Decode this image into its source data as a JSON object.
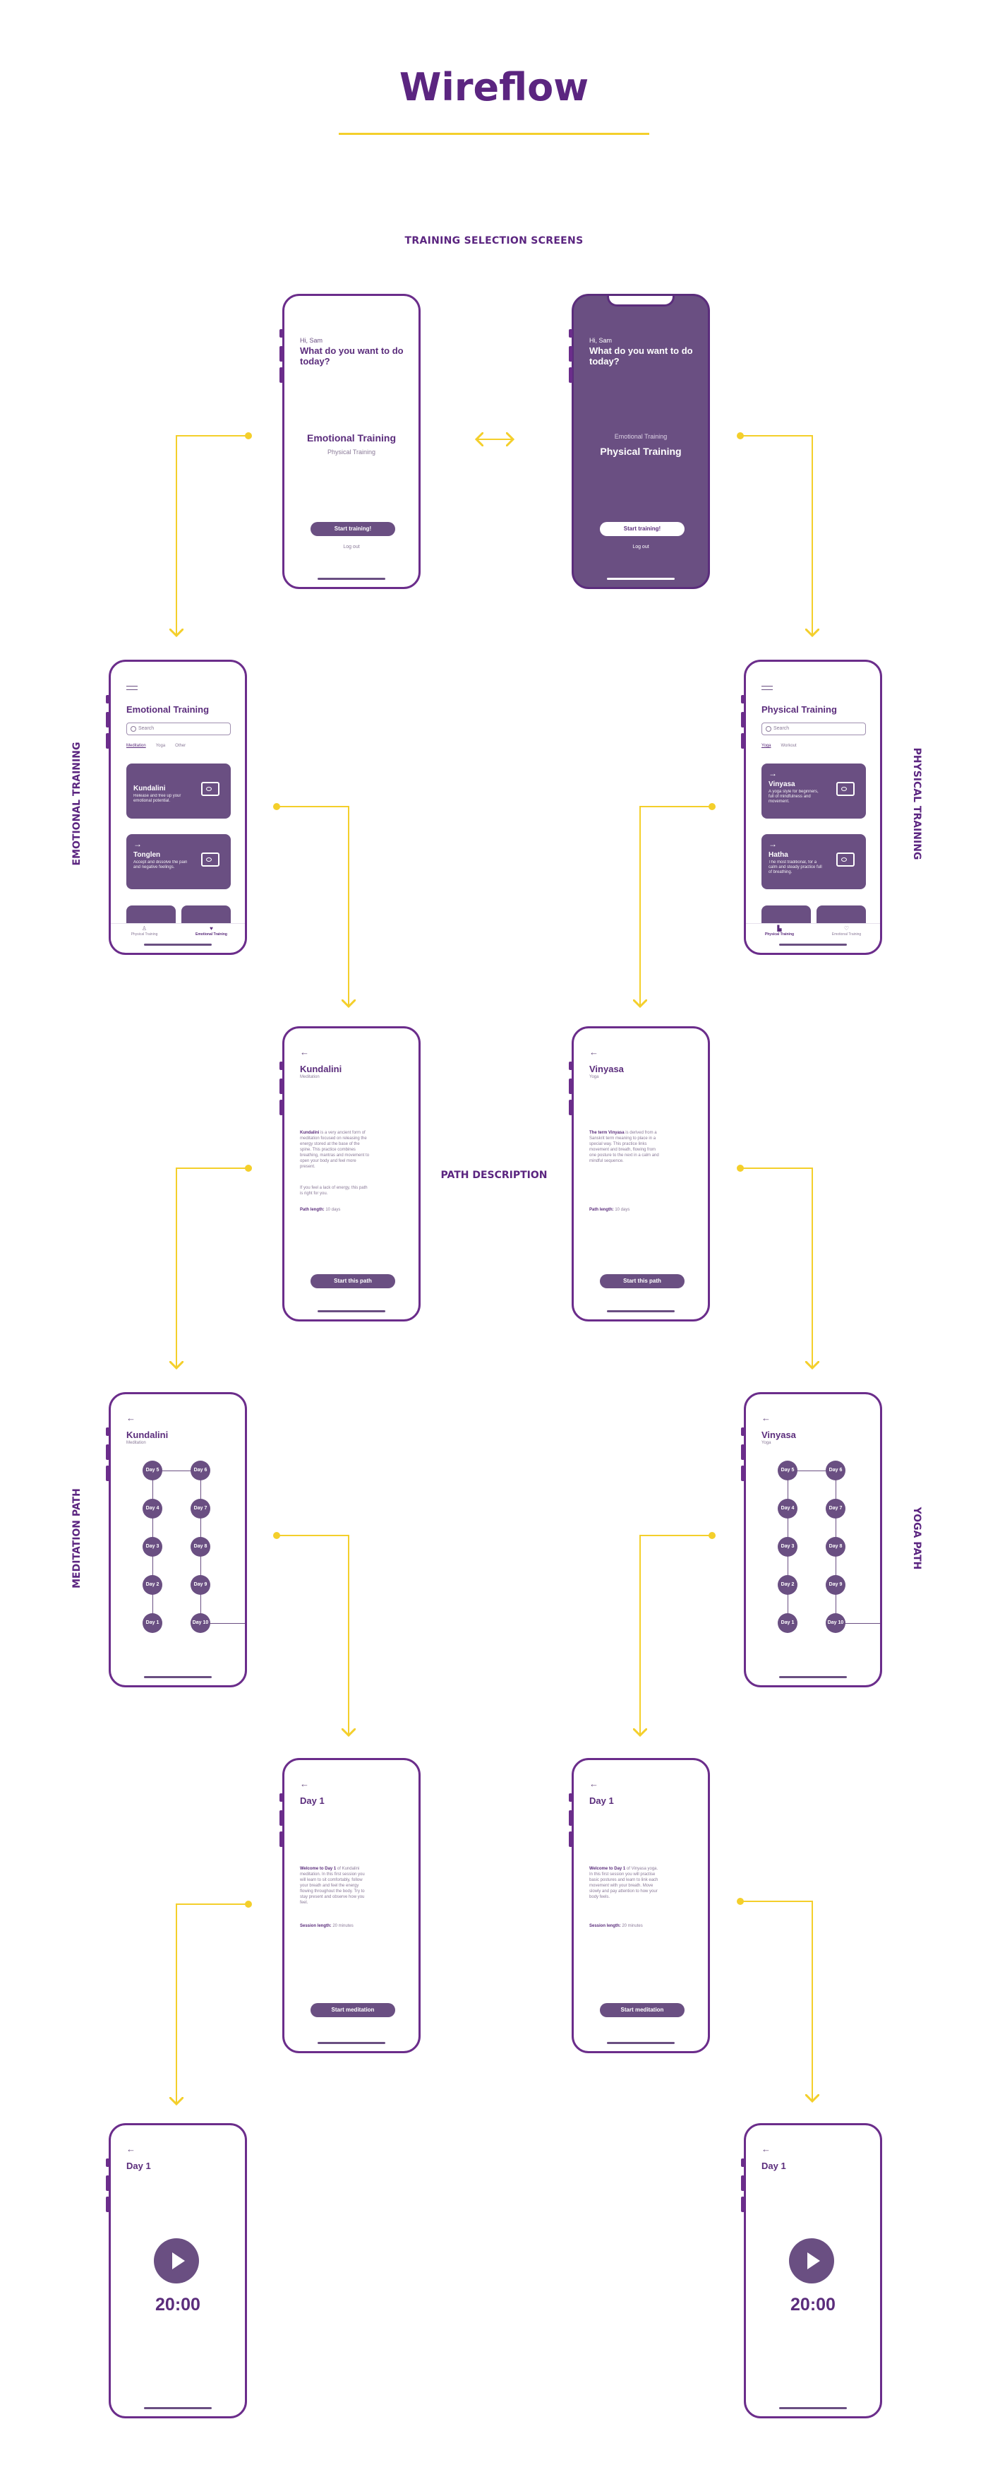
{
  "header": {
    "title": "Wireflow",
    "subtitle": "TRAINING SELECTION SCREENS"
  },
  "labels": {
    "emotional": "EMOTIONAL TRAINING",
    "physical": "PHYSICAL TRAINING",
    "path_description": "PATH DESCRIPTION",
    "meditation_path": "MEDITATION PATH",
    "yoga_path": "YOGA PATH"
  },
  "colors": {
    "primary": "#6a4f82",
    "title": "#5b2580",
    "accent": "#f4cf2b"
  },
  "select": {
    "greeting": "Hi, Sam",
    "question": "What do you want to do today?",
    "emotional": "Emotional Training",
    "physical": "Physical Training",
    "start": "Start training!",
    "logout": "Log out"
  },
  "list_emotional": {
    "title": "Emotional Training",
    "search": "Search",
    "tabs": [
      "Meditation",
      "Yoga",
      "Other"
    ],
    "card1_title": "Kundalini",
    "card1_desc": "Release and free up your emotional potential.",
    "card2_title": "Tonglen",
    "card2_desc": "Accept and dissolve the pain and negative feelings.",
    "nav1": "Physical Training",
    "nav2": "Emotional Training"
  },
  "list_physical": {
    "title": "Physical Training",
    "search": "Search",
    "tabs": [
      "Yoga",
      "Workout"
    ],
    "card1_title": "Vinyasa",
    "card1_desc": "A yoga style for beginners, full of mindfulness and movement.",
    "card2_title": "Hatha",
    "card2_desc": "The most traditional, for a calm and steady practice full of breathing.",
    "nav1": "Physical Training",
    "nav2": "Emotional Training"
  },
  "desc_kundalini": {
    "title": "Kundalini",
    "sub": "Meditation",
    "body_lead": "Kundalini",
    "body": "is a very ancient form of meditation focused on releasing the energy stored at the base of the spine. This practice combines breathing, mantras and movement to open your body and feel more present.",
    "body2": "If you feel a lack of energy, this path is right for you.",
    "path_label": "Path length:",
    "path_value": "10 days",
    "cta": "Start this path"
  },
  "desc_vinyasa": {
    "title": "Vinyasa",
    "sub": "Yoga",
    "body_lead": "The term Vinyasa",
    "body": "is derived from a Sanskrit term meaning to place in a special way. This practice links movement and breath, flowing from one posture to the next in a calm and mindful sequence.",
    "path_label": "Path length:",
    "path_value": "10 days",
    "cta": "Start this path"
  },
  "path_kundalini": {
    "title": "Kundalini",
    "sub": "Meditation",
    "days": [
      "Day 1",
      "Day 2",
      "Day 3",
      "Day 4",
      "Day 5",
      "Day 6",
      "Day 7",
      "Day 8",
      "Day 9",
      "Day 10"
    ]
  },
  "path_vinyasa": {
    "title": "Vinyasa",
    "sub": "Yoga",
    "days": [
      "Day 1",
      "Day 2",
      "Day 3",
      "Day 4",
      "Day 5",
      "Day 6",
      "Day 7",
      "Day 8",
      "Day 9",
      "Day 10"
    ]
  },
  "day_kundalini": {
    "title": "Day 1",
    "lead": "Welcome to Day 1",
    "body": "of Kundalini meditation. In this first session you will learn to sit comfortably, follow your breath and feel the energy flowing throughout the body. Try to stay present and observe how you feel.",
    "session_label": "Session length:",
    "session_value": "20 minutes",
    "cta": "Start meditation"
  },
  "day_vinyasa": {
    "title": "Day 1",
    "lead": "Welcome to Day 1",
    "body": "of Vinyasa yoga. In this first session you will practise basic postures and learn to link each movement with your breath. Move slowly and pay attention to how your body feels.",
    "session_label": "Session length:",
    "session_value": "20 minutes",
    "cta": "Start meditation"
  },
  "player_left": {
    "title": "Day 1",
    "timer": "20:00"
  },
  "player_right": {
    "title": "Day 1",
    "timer": "20:00"
  }
}
